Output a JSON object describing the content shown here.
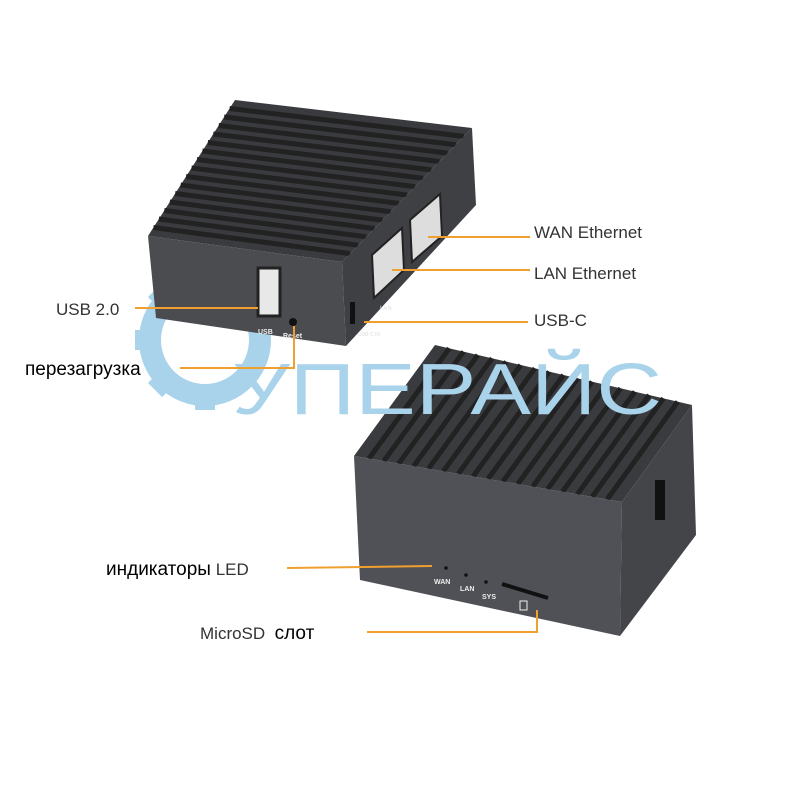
{
  "colors": {
    "callout_line": "#f0a030",
    "watermark": "#a9d3ea",
    "device": "#4a4b4f"
  },
  "watermark": {
    "text": "УПЕРАЙС",
    "icon": "gear-icon"
  },
  "device_top": {
    "port_labels": {
      "usb": "USB",
      "reset": "Reset",
      "lan": "LAN",
      "usbc": "USB-C IN"
    }
  },
  "device_bottom": {
    "led_labels": [
      "WAN",
      "LAN",
      "SYS"
    ]
  },
  "callouts": {
    "wan_ethernet": "WAN Ethernet",
    "lan_ethernet": "LAN Ethernet",
    "usb_c": "USB-C",
    "usb_2": "USB 2.0",
    "reset": "перезагрузка",
    "led_prefix": "индикаторы",
    "led_suffix": "LED",
    "microsd_prefix": "MicroSD",
    "microsd_suffix": "слот"
  }
}
